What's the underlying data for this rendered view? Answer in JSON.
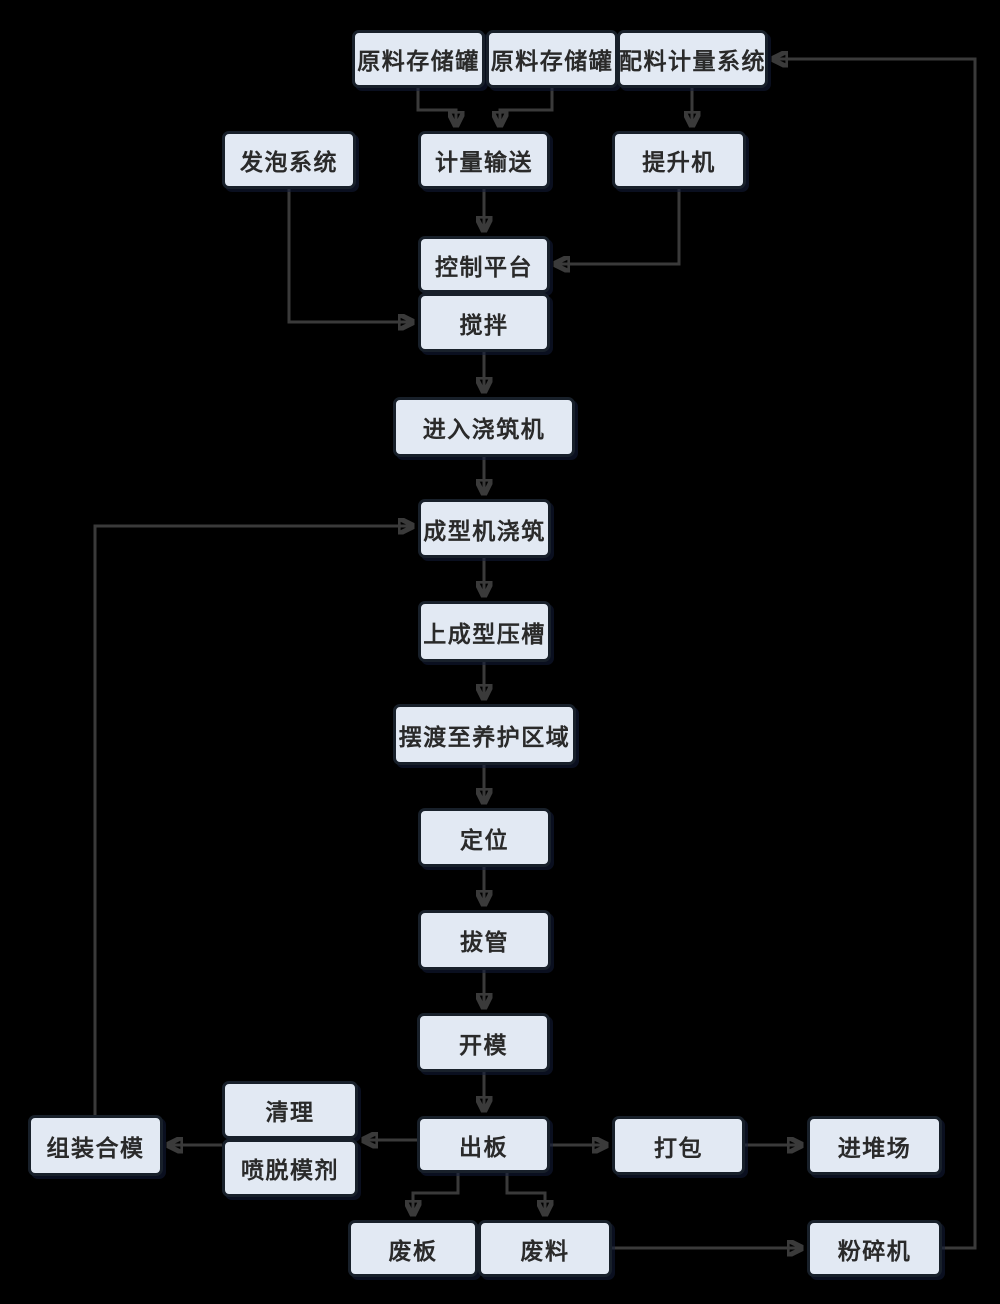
{
  "diagram": {
    "kind": "flowchart",
    "language": "zh-CN",
    "background_color": "#000000",
    "node_fill": "#e2e9f3",
    "node_border": "#18202a",
    "arrow_color": "#3a3a3a",
    "text_color": "#2a2a2a"
  },
  "nodes": [
    {
      "id": "raw-material-tank-1",
      "label": "原料存储罐"
    },
    {
      "id": "raw-material-tank-2",
      "label": "原料存储罐"
    },
    {
      "id": "batching-metering-system",
      "label": "配料计量系统"
    },
    {
      "id": "foaming-system",
      "label": "发泡系统"
    },
    {
      "id": "metering-conveyor",
      "label": "计量输送"
    },
    {
      "id": "elevator",
      "label": "提升机"
    },
    {
      "id": "control-platform",
      "label": "控制平台"
    },
    {
      "id": "mixing",
      "label": "搅拌"
    },
    {
      "id": "enter-casting-machine",
      "label": "进入浇筑机"
    },
    {
      "id": "forming-machine-casting",
      "label": "成型机浇筑"
    },
    {
      "id": "upper-forming-press-groove",
      "label": "上成型压槽"
    },
    {
      "id": "ferry-to-curing-area",
      "label": "摆渡至养护区域"
    },
    {
      "id": "positioning",
      "label": "定位"
    },
    {
      "id": "pipe-pulling",
      "label": "拔管"
    },
    {
      "id": "mold-opening",
      "label": "开模"
    },
    {
      "id": "cleaning",
      "label": "清理"
    },
    {
      "id": "spray-release-agent",
      "label": "喷脱模剂"
    },
    {
      "id": "assemble-close-mold",
      "label": "组装合模"
    },
    {
      "id": "board-out",
      "label": "出板"
    },
    {
      "id": "packing",
      "label": "打包"
    },
    {
      "id": "stack-yard",
      "label": "进堆场"
    },
    {
      "id": "waste-board",
      "label": "废板"
    },
    {
      "id": "waste-material",
      "label": "废料"
    },
    {
      "id": "crusher",
      "label": "粉碎机"
    }
  ],
  "edges": [
    {
      "from": "raw-material-tank-1",
      "to": "metering-conveyor"
    },
    {
      "from": "raw-material-tank-2",
      "to": "metering-conveyor"
    },
    {
      "from": "batching-metering-system",
      "to": "elevator"
    },
    {
      "from": "metering-conveyor",
      "to": "control-platform"
    },
    {
      "from": "elevator",
      "to": "control-platform"
    },
    {
      "from": "foaming-system",
      "to": "mixing"
    },
    {
      "from": "mixing",
      "to": "enter-casting-machine"
    },
    {
      "from": "enter-casting-machine",
      "to": "forming-machine-casting"
    },
    {
      "from": "forming-machine-casting",
      "to": "upper-forming-press-groove"
    },
    {
      "from": "upper-forming-press-groove",
      "to": "ferry-to-curing-area"
    },
    {
      "from": "ferry-to-curing-area",
      "to": "positioning"
    },
    {
      "from": "positioning",
      "to": "pipe-pulling"
    },
    {
      "from": "pipe-pulling",
      "to": "mold-opening"
    },
    {
      "from": "mold-opening",
      "to": "board-out"
    },
    {
      "from": "board-out",
      "to": "cleaning"
    },
    {
      "from": "spray-release-agent",
      "to": "assemble-close-mold"
    },
    {
      "from": "assemble-close-mold",
      "to": "forming-machine-casting"
    },
    {
      "from": "board-out",
      "to": "packing"
    },
    {
      "from": "packing",
      "to": "stack-yard"
    },
    {
      "from": "board-out",
      "to": "waste-board"
    },
    {
      "from": "board-out",
      "to": "waste-material"
    },
    {
      "from": "waste-material",
      "to": "crusher"
    },
    {
      "from": "crusher",
      "to": "batching-metering-system"
    }
  ]
}
